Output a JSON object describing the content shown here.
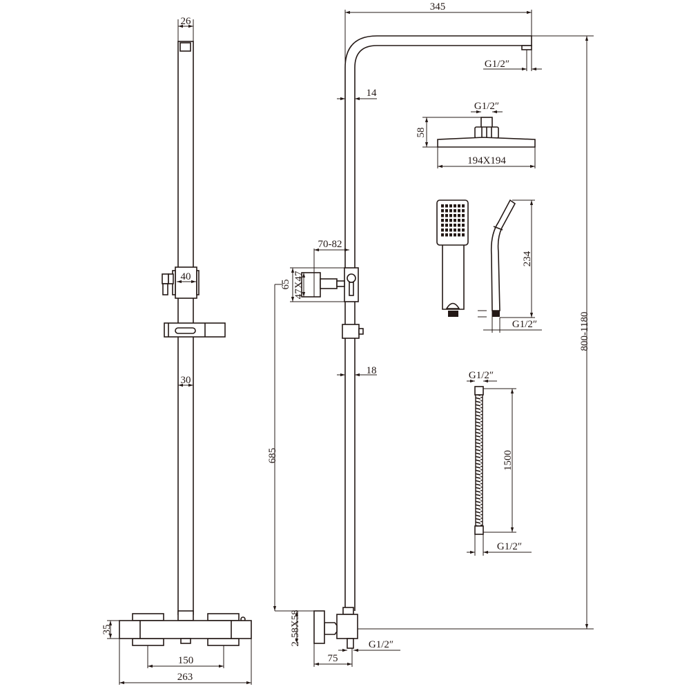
{
  "title": "Shower column dimension drawing",
  "colors": {
    "line": "#231815",
    "background": "#ffffff"
  },
  "left_view": {
    "top_fitting_width": "26",
    "holder_width": "40",
    "bar_width": "30",
    "valve_height": "35",
    "handle_spacing": "150",
    "valve_length": "263"
  },
  "right_view": {
    "arm_reach": "345",
    "pipe_width_upper": "14",
    "arm_thread": "G1/2″",
    "diverter_depth": "70-82",
    "diverter_height": "65",
    "diverter_knob": "47X47",
    "pipe_width_lower": "18",
    "lower_height": "685",
    "wall_plates": "2-58X58",
    "outlet_thread": "G1/2″",
    "plate_offset": "75",
    "total_height": "800-1180"
  },
  "head_shower": {
    "thread": "G1/2″",
    "height": "58",
    "size": "194X194"
  },
  "hand_shower": {
    "length": "234",
    "thread": "G1/2″"
  },
  "hose": {
    "thread_top": "G1/2″",
    "length": "1500",
    "thread_bottom": "G1/2″"
  }
}
